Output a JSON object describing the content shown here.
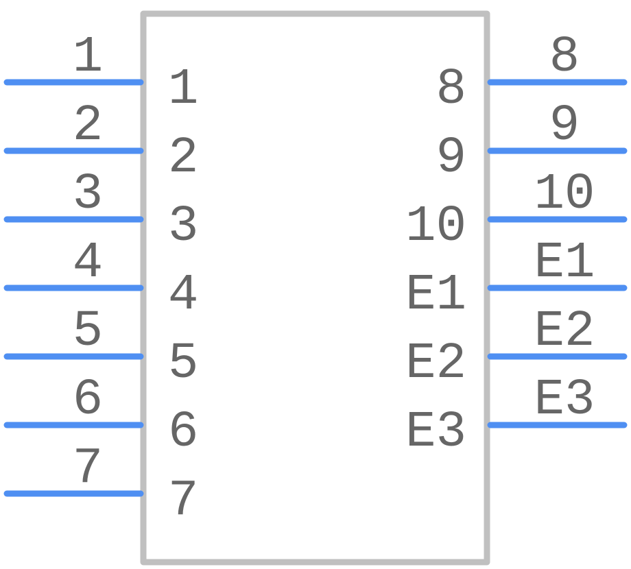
{
  "component": {
    "body_color": "#c0c0c0",
    "pin_color": "#4f8ff2",
    "label_color": "#666666"
  },
  "left_pins": [
    {
      "outer": "1",
      "inner": "1"
    },
    {
      "outer": "2",
      "inner": "2"
    },
    {
      "outer": "3",
      "inner": "3"
    },
    {
      "outer": "4",
      "inner": "4"
    },
    {
      "outer": "5",
      "inner": "5"
    },
    {
      "outer": "6",
      "inner": "6"
    },
    {
      "outer": "7",
      "inner": "7"
    }
  ],
  "right_pins": [
    {
      "outer": "8",
      "inner": "8"
    },
    {
      "outer": "9",
      "inner": "9"
    },
    {
      "outer": "10",
      "inner": "10"
    },
    {
      "outer": "E1",
      "inner": "E1"
    },
    {
      "outer": "E2",
      "inner": "E2"
    },
    {
      "outer": "E3",
      "inner": "E3"
    }
  ]
}
